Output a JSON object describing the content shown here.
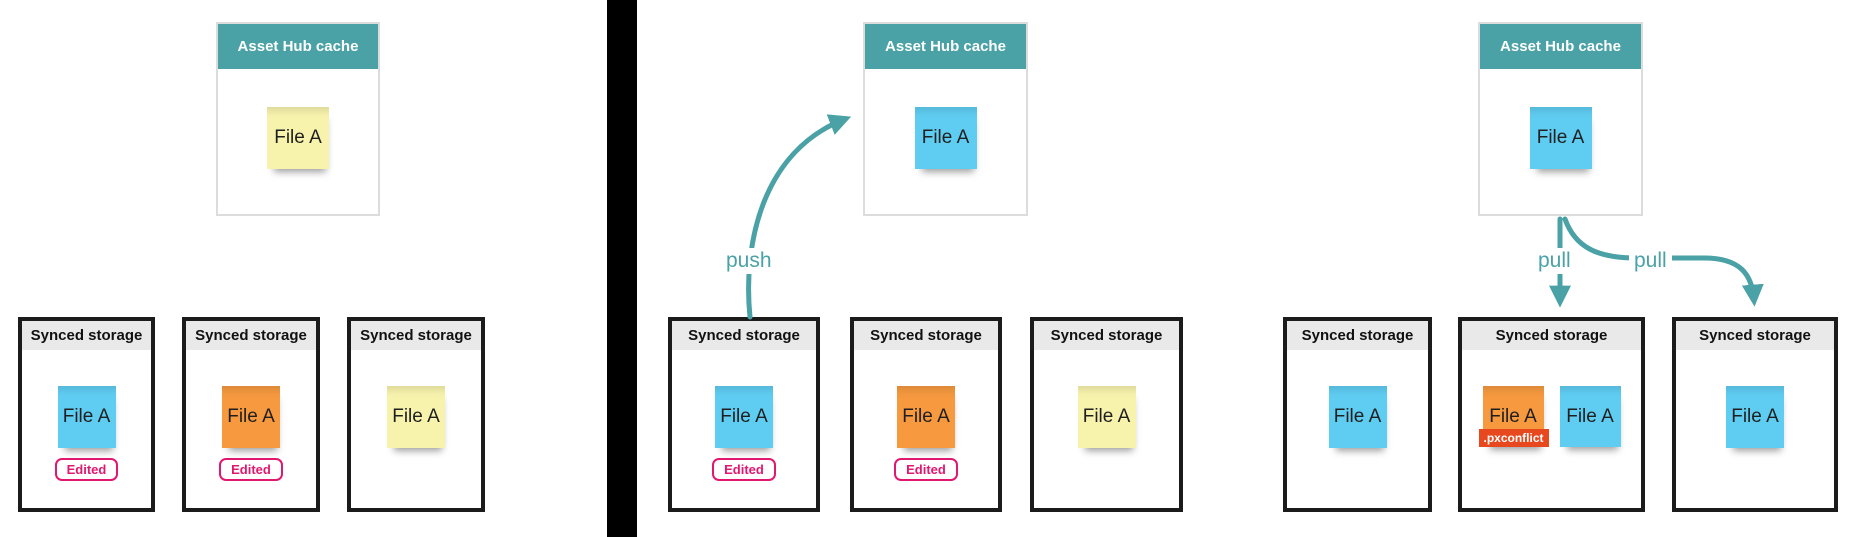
{
  "colors": {
    "teal": "#4aa1a6",
    "pink_badge": "#e0186f",
    "conflict_red": "#e8481e",
    "note_blue": "#5fcdf2",
    "note_orange": "#f6993f",
    "note_yellow": "#f8f3ac",
    "storage_header_bg": "#e9e9e9",
    "separator_black": "#000000"
  },
  "panels": [
    {
      "id": "local-edits",
      "cache": {
        "title": "Asset Hub cache",
        "note": {
          "label": "File A",
          "color": "#f8f3ac"
        }
      },
      "storages": [
        {
          "title": "Synced storage",
          "badge": "Edited",
          "notes": [
            {
              "label": "File A",
              "color": "#5fcdf2"
            }
          ]
        },
        {
          "title": "Synced storage",
          "badge": "Edited",
          "notes": [
            {
              "label": "File A",
              "color": "#f6993f"
            }
          ]
        },
        {
          "title": "Synced storage",
          "notes": [
            {
              "label": "File A",
              "color": "#f8f3ac"
            }
          ]
        }
      ]
    },
    {
      "id": "push",
      "arrow": {
        "label": "push"
      },
      "cache": {
        "title": "Asset Hub cache",
        "note": {
          "label": "File A",
          "color": "#5fcdf2"
        }
      },
      "storages": [
        {
          "title": "Synced storage",
          "badge": "Edited",
          "notes": [
            {
              "label": "File A",
              "color": "#5fcdf2"
            }
          ]
        },
        {
          "title": "Synced storage",
          "badge": "Edited",
          "notes": [
            {
              "label": "File A",
              "color": "#f6993f"
            }
          ]
        },
        {
          "title": "Synced storage",
          "notes": [
            {
              "label": "File A",
              "color": "#f8f3ac"
            }
          ]
        }
      ]
    },
    {
      "id": "pull",
      "arrows": [
        {
          "label": "pull"
        },
        {
          "label": "pull"
        }
      ],
      "cache": {
        "title": "Asset Hub cache",
        "note": {
          "label": "File A",
          "color": "#5fcdf2"
        }
      },
      "storages": [
        {
          "title": "Synced storage",
          "notes": [
            {
              "label": "File A",
              "color": "#5fcdf2"
            }
          ]
        },
        {
          "title": "Synced storage",
          "notes": [
            {
              "label": "File A",
              "color": "#f6993f",
              "tag": ".pxconflict"
            },
            {
              "label": "File A",
              "color": "#5fcdf2"
            }
          ]
        },
        {
          "title": "Synced storage",
          "notes": [
            {
              "label": "File A",
              "color": "#5fcdf2"
            }
          ]
        }
      ]
    }
  ]
}
